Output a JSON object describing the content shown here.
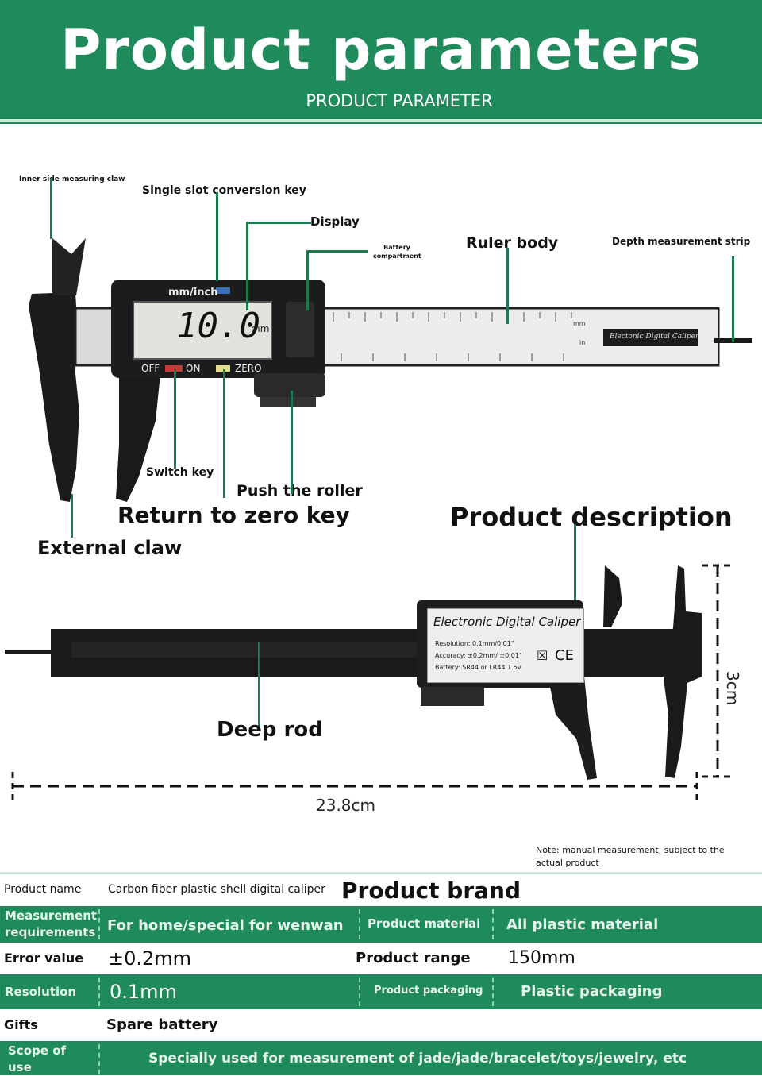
{
  "header": {
    "title": "Product parameters",
    "subtitle": "PRODUCT PARAMETER"
  },
  "labels": {
    "inner_claw": "Inner side measuring claw",
    "single_slot_key": "Single slot conversion key",
    "display": "Display",
    "battery": "Battery compartment",
    "ruler_body": "Ruler body",
    "depth_strip": "Depth measurement strip",
    "switch_key": "Switch key",
    "push_roller": "Push the roller",
    "return_zero": "Return to zero key",
    "external_claw": "External claw",
    "product_description": "Product description",
    "deep_rod": "Deep rod"
  },
  "caliper": {
    "unit_label": "mm/inch",
    "reading": "10.0",
    "reading_unit": "mm",
    "btn_off": "OFF",
    "btn_on": "ON",
    "btn_zero": "ZERO",
    "scale_mm": "mm",
    "scale_in": "in",
    "brand_text": "Electonic Digital Caliper"
  },
  "caliper2": {
    "plate_title": "Electronic Digital Caliper",
    "resolution": "Resolution: 0.1mm/0.01\"",
    "accuracy": "Accuracy: ±0.2mm/ ±0.01\"",
    "battery": "Battery: SR44 or LR44 1.5v",
    "ce": "CE"
  },
  "dimensions": {
    "length": "23.8cm",
    "height": "3cm"
  },
  "note": "Note: manual measurement, subject to the actual product",
  "table": {
    "product_name_label": "Product name",
    "product_name_value": "Carbon fiber plastic shell digital caliper",
    "product_brand_label": "Product brand",
    "measurement_label": "Measurement requirements",
    "measurement_value": "For home/special for wenwan",
    "material_label": "Product material",
    "material_value": "All plastic material",
    "error_label": "Error value",
    "error_value": "±0.2mm",
    "range_label": "Product range",
    "range_value": "150mm",
    "resolution_label": "Resolution",
    "resolution_value": "0.1mm",
    "packaging_label": "Product packaging",
    "packaging_value": "Plastic packaging",
    "gifts_label": "Gifts",
    "gifts_value": "Spare battery",
    "scope_label": "Scope of use",
    "scope_value": "Specially used for measurement of jade/jade/bracelet/toys/jewelry, etc"
  },
  "colors": {
    "brand_green": "#1f8a5b",
    "lead_green": "#1b7a4e",
    "caliper_black": "#1d1d1d",
    "lcd": "#dfe3dc"
  }
}
